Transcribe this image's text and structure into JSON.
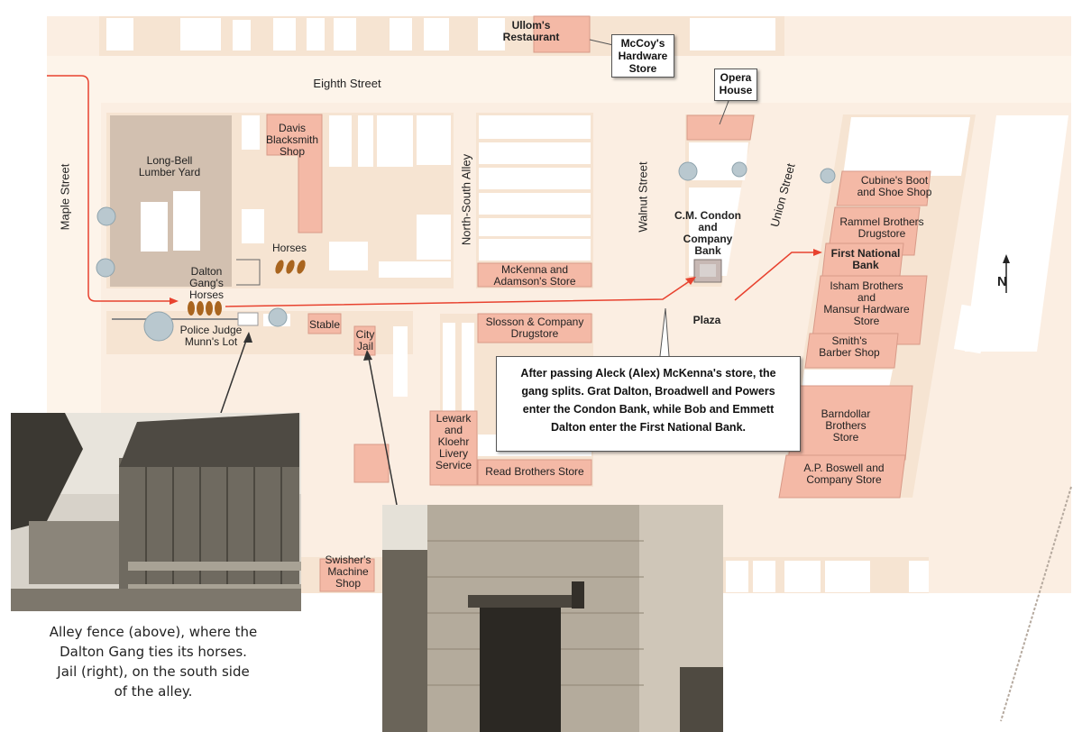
{
  "streets": {
    "eighth": "Eighth Street",
    "maple": "Maple Street",
    "walnut": "Walnut Street",
    "union": "Union Street",
    "alley": "North-South Alley"
  },
  "places": {
    "ulloms": "Ullom's\nRestaurant",
    "mccoys": "McCoy's\nHardware\nStore",
    "opera": "Opera\nHouse",
    "longbell": "Long-Bell\nLumber Yard",
    "davis": "Davis\nBlacksmith\nShop",
    "horses": "Horses",
    "dalton_horses": "Dalton\nGang's\nHorses",
    "police_judge": "Police Judge\nMunn's Lot",
    "stable": "Stable",
    "jail": "City\nJail",
    "mckenna": "McKenna and\nAdamson's Store",
    "slosson": "Slosson & Company\nDrugstore",
    "condon": "C.M. Condon\nand\nCompany\nBank",
    "plaza": "Plaza",
    "cubine": "Cubine's Boot\nand Shoe Shop",
    "rammel": "Rammel Brothers\nDrugstore",
    "first_national": "First National\nBank",
    "isham": "Isham Brothers\nand\nMansur Hardware\nStore",
    "smiths": "Smith's\nBarber Shop",
    "barndollar": "Barndollar\nBrothers\nStore",
    "boswell": "A.P. Boswell and\nCompany Store",
    "lewark": "Lewark\nand\nKloehr\nLivery\nService",
    "read": "Read Brothers Store",
    "swisher": "Swisher's\nMachine\nShop"
  },
  "callout": "After passing Aleck (Alex) McKenna's store, the\ngang splits. Grat Dalton, Broadwell and Powers\nenter the Condon Bank, while Bob and Emmett\nDalton enter the First National Bank.",
  "caption": "Alley fence (above), where the\nDalton Gang ties its horses.\nJail (right), on the south side\nof the alley.",
  "compass": "N",
  "colors": {
    "background": "#fbeee2",
    "block": "#f6e4d2",
    "landmark": "#f4b9a6",
    "route": "#e8422f",
    "lumber": "#d2c0b0"
  }
}
